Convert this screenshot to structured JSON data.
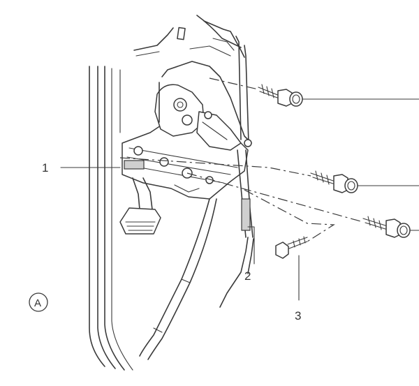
{
  "callouts": {
    "c1": "1",
    "c2": "2",
    "c3": "3"
  },
  "view_label": "A",
  "colors": {
    "line": "#3a3a3a",
    "background": "#ffffff"
  }
}
